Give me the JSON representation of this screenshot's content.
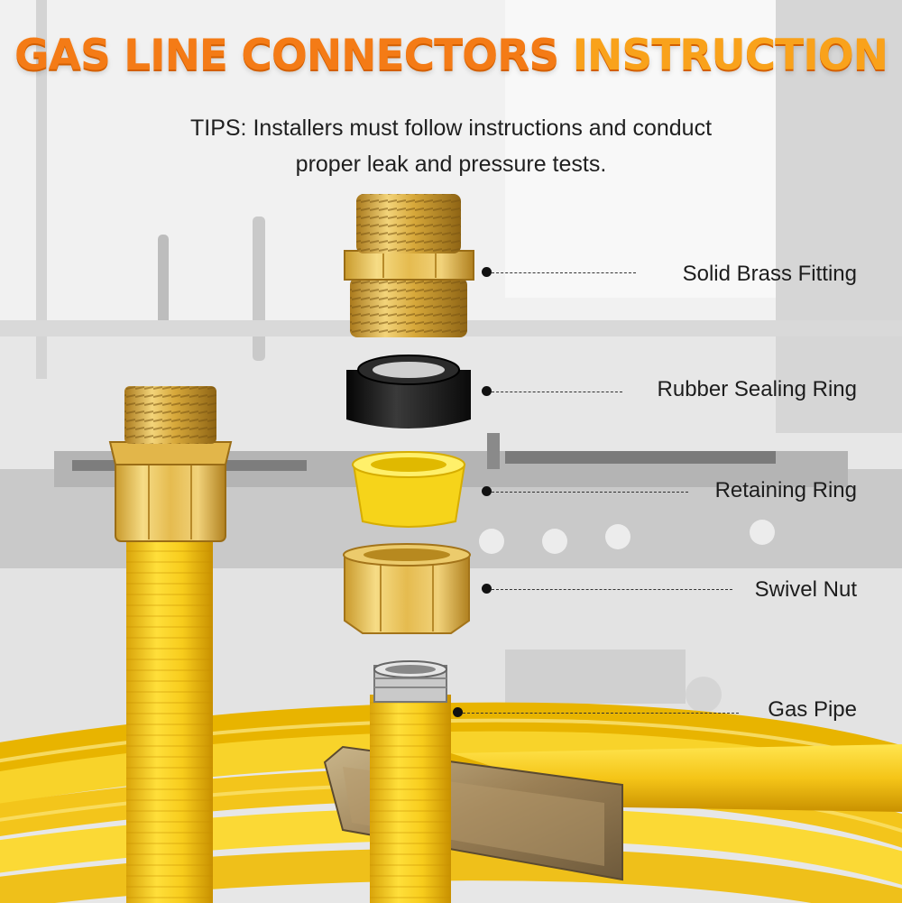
{
  "title": {
    "part1": "GAS LINE CONNECTORS",
    "part2": "INSTRUCTION"
  },
  "tips": {
    "line1": "TIPS: Installers must follow instructions and conduct",
    "line2": "proper leak and pressure tests."
  },
  "parts": [
    {
      "label": "Solid Brass Fitting"
    },
    {
      "label": "Rubber Sealing Ring"
    },
    {
      "label": "Retaining Ring"
    },
    {
      "label": "Swivel Nut"
    },
    {
      "label": "Gas Pipe"
    }
  ],
  "colors": {
    "title_orange": "#f47b16",
    "title_yellow": "#f9a21b",
    "brass": "#d8ab3c",
    "hose_yellow": "#f6cf1e",
    "retaining_ring": "#ffe21f",
    "seal_black": "#141414"
  }
}
